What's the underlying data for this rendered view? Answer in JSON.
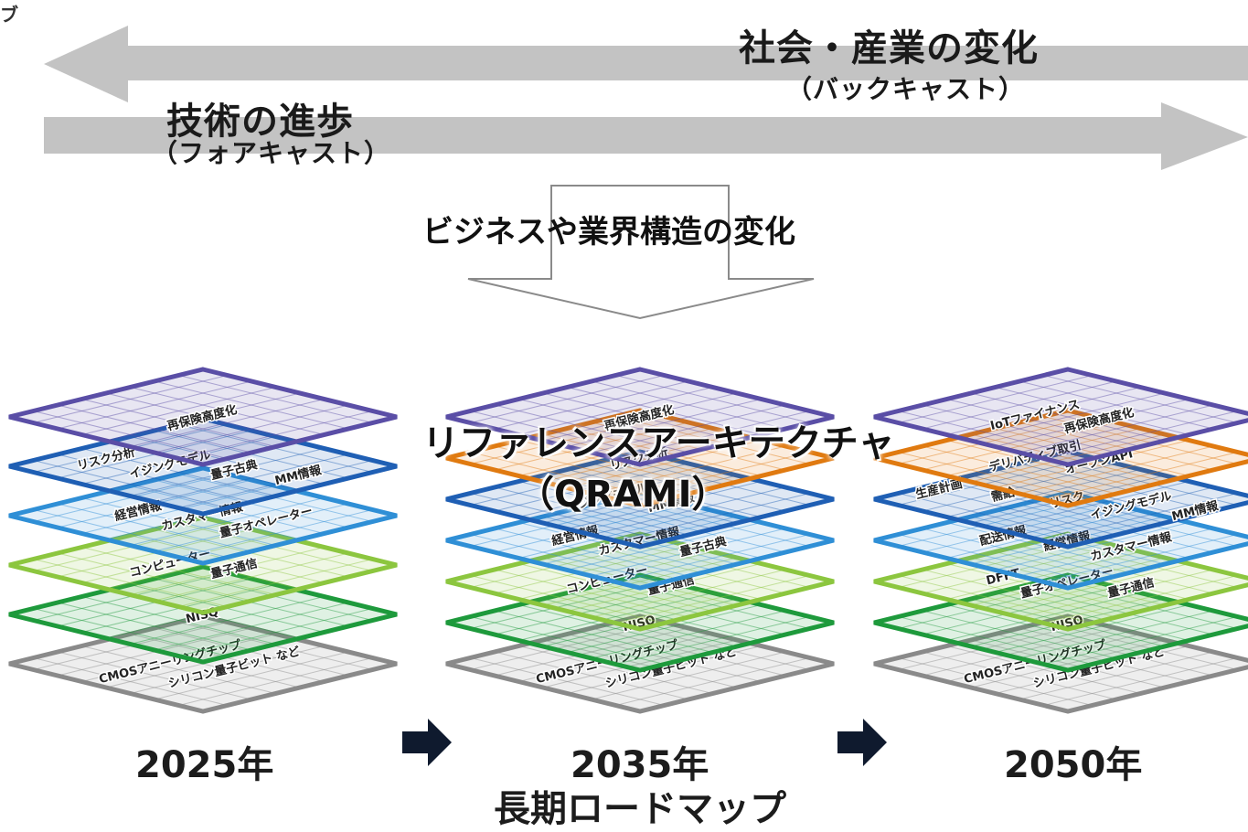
{
  "corner_text": "ブ",
  "top_arrows": {
    "society_title": "社会・産業の変化",
    "society_sub": "（バックキャスト）",
    "tech_title": "技術の進歩",
    "tech_sub": "（フォアキャスト）"
  },
  "middle": {
    "business_change": "ビジネスや業界構造の変化"
  },
  "reference": {
    "title": "リファレンスアーキテクチャ",
    "subtitle": "（QRAMI）"
  },
  "years": [
    "2025年",
    "2035年",
    "2050年"
  ],
  "roadmap_label": "長期ロードマップ",
  "colors": {
    "arrow_gray": "#c3c3c3",
    "layer_top": "#5a4ea6",
    "layer_orange": "#e07a10",
    "layer_blue_dark": "#1f5fb4",
    "layer_blue_light": "#2f8fd6",
    "layer_green_light": "#8cc63f",
    "layer_green_dark": "#1e9a3c",
    "layer_gray": "#8a8a8a",
    "dark_arrow": "#0f1a2e"
  },
  "stacks": [
    {
      "layers": [
        {
          "color": "layer_top",
          "labels": [
            "再保険高度化"
          ]
        },
        {
          "color": "layer_blue_dark",
          "labels": [
            "リスク分析",
            "イジングモデル",
            "量子古典",
            "MM情報"
          ]
        },
        {
          "color": "layer_blue_light",
          "labels": [
            "経営情報",
            "カスタマー情報",
            "量子オペレーター"
          ]
        },
        {
          "color": "layer_green_light",
          "labels": [
            "コンピューター",
            "量子通信"
          ]
        },
        {
          "color": "layer_green_dark",
          "labels": [
            "NISQ"
          ]
        },
        {
          "color": "layer_gray",
          "labels": [
            "CMOSアニーリングチップ",
            "シリコン量子ビット など"
          ]
        }
      ]
    },
    {
      "layers": [
        {
          "color": "layer_top",
          "labels": [
            "再保険高度化"
          ]
        },
        {
          "color": "layer_orange",
          "labels": [
            "リスク分析"
          ]
        },
        {
          "color": "layer_blue_dark",
          "labels": [
            "イジングモデル",
            "MM情報"
          ]
        },
        {
          "color": "layer_blue_light",
          "labels": [
            "経営情報",
            "カスタマー情報",
            "量子古典"
          ]
        },
        {
          "color": "layer_green_light",
          "labels": [
            "コンピューター",
            "量子通信"
          ]
        },
        {
          "color": "layer_green_dark",
          "labels": [
            "NISQ"
          ]
        },
        {
          "color": "layer_gray",
          "labels": [
            "CMOSアニーリングチップ",
            "シリコン量子ビット など"
          ]
        }
      ]
    },
    {
      "layers": [
        {
          "color": "layer_top",
          "labels": [
            "IoTファイナンス",
            "再保険高度化"
          ]
        },
        {
          "color": "layer_orange",
          "labels": [
            "デリバティブ取引",
            "オープンAPI"
          ]
        },
        {
          "color": "layer_blue_dark",
          "labels": [
            "生産計画",
            "需給",
            "リスク",
            "イジングモデル",
            "MM情報"
          ]
        },
        {
          "color": "layer_blue_light",
          "labels": [
            "配送情報",
            "経営情報",
            "カスタマー情報"
          ]
        },
        {
          "color": "layer_green_light",
          "labels": [
            "DFFT",
            "量子オペレーター",
            "量子通信"
          ]
        },
        {
          "color": "layer_green_dark",
          "labels": [
            "NISQ"
          ]
        },
        {
          "color": "layer_gray",
          "labels": [
            "CMOSアニーリングチップ",
            "シリコン量子ビット など"
          ]
        }
      ]
    }
  ]
}
